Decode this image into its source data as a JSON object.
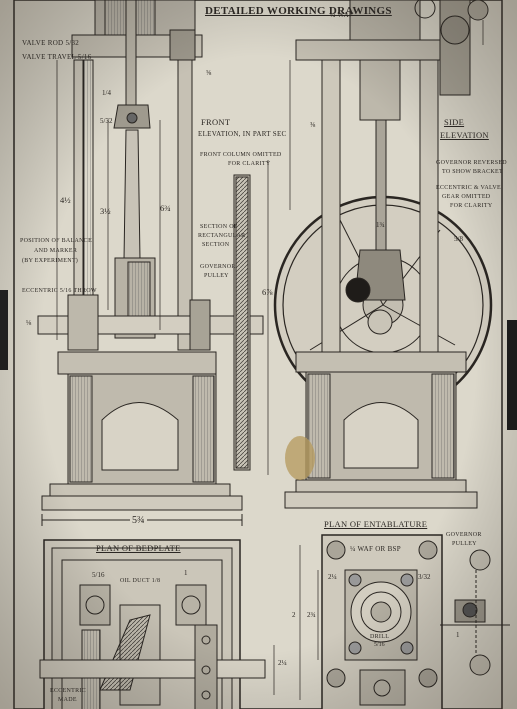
{
  "sheet": {
    "title": "Detailed Working Drawings",
    "ink_color": "#2a2622",
    "paper_color": "#dcd8cb",
    "stain_color": "#b59a5c"
  },
  "front_view": {
    "label_front": "Front",
    "label_elevation": "Elevation, in Part Sec",
    "note_columns": "Front Column omitted",
    "note_clarity": "for clarity",
    "valve_rod": "Valve Rod 5/32",
    "valve_travel": "Valve Travel 5/16",
    "position_of_balance": "Position of Balance",
    "and_marker": "and Marker",
    "by_experiment": "(By Experiment)",
    "eccentric_throw": "Eccentric 5/16 Throw",
    "dim_a": "4½",
    "dim_b": "3½",
    "dim_c": "6¾",
    "dim_d": "⅛",
    "dim_e": "1/4",
    "dim_f": "⅝",
    "dim_g": "5/32",
    "dim_width": "5¾",
    "section_note_1": "Section of",
    "section_note_2": "Rectangular",
    "section_note_3": "Section",
    "governor_pulley_1": "Governor",
    "governor_pulley_2": "Pulley",
    "dim_h": "6⅞"
  },
  "side_view": {
    "label_side": "Side",
    "label_elevation": "Elevation",
    "note_governor_1": "Governor Reversed",
    "note_governor_2": "to Show Bracket",
    "note_eccentric_1": "Eccentric & Valve",
    "note_eccentric_2": "Gear Omitted",
    "note_eccentric_3": "for Clarity",
    "dim_top": "¼ WAF",
    "dim_a": "⅜",
    "dim_b": "1¾",
    "dim_c": "5/8"
  },
  "bedplate": {
    "title": "Plan of Bedplate",
    "oil_duct": "Oil Duct 1/8",
    "dim_a": "1",
    "dim_b": "5/16",
    "dim_c": "2¼",
    "eccentric_made": "Eccentric",
    "made": "Made"
  },
  "entablature": {
    "title": "Plan of Entablature",
    "bsp": "¼ WAF or BSP",
    "governor": "Governor",
    "pulley": "Pulley",
    "dim_a": "2¼",
    "dim_b": "2",
    "dim_c": "2¾",
    "dim_d": "3/32",
    "dim_e": "1",
    "drill": "Drill",
    "dim_f": "5/16"
  }
}
